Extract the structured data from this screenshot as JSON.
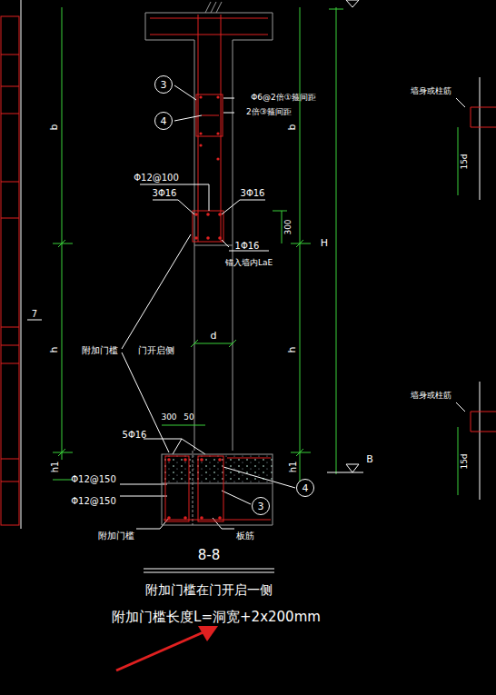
{
  "diagram": {
    "nodes": [
      {
        "text": [
          "3"
        ]
      },
      {
        "text": [
          "4"
        ]
      },
      {
        "text": [
          "3"
        ]
      },
      {
        "text": [
          "4"
        ]
      }
    ],
    "labels": [
      "b",
      "h",
      "h1",
      "7",
      "Φ6@2倍①箍间距",
      "2倍③箍间距",
      "Φ12@100",
      "3Φ16",
      "3Φ16",
      "300",
      "1Φ16",
      "锚入墙内LaE",
      "b",
      "h",
      "h1",
      "H",
      "附加门槛",
      "门开启侧",
      "d",
      "300",
      "50",
      "5Φ16",
      "Φ12@150",
      "Φ12@150",
      "附加门槛",
      "板筋",
      "B",
      "8-8",
      "附加门槛在门开启一侧",
      "附加门槛长度L=洞宽+2x200mm",
      "墙身或柱筋",
      "15d",
      "墙身或柱筋",
      "15d"
    ]
  }
}
